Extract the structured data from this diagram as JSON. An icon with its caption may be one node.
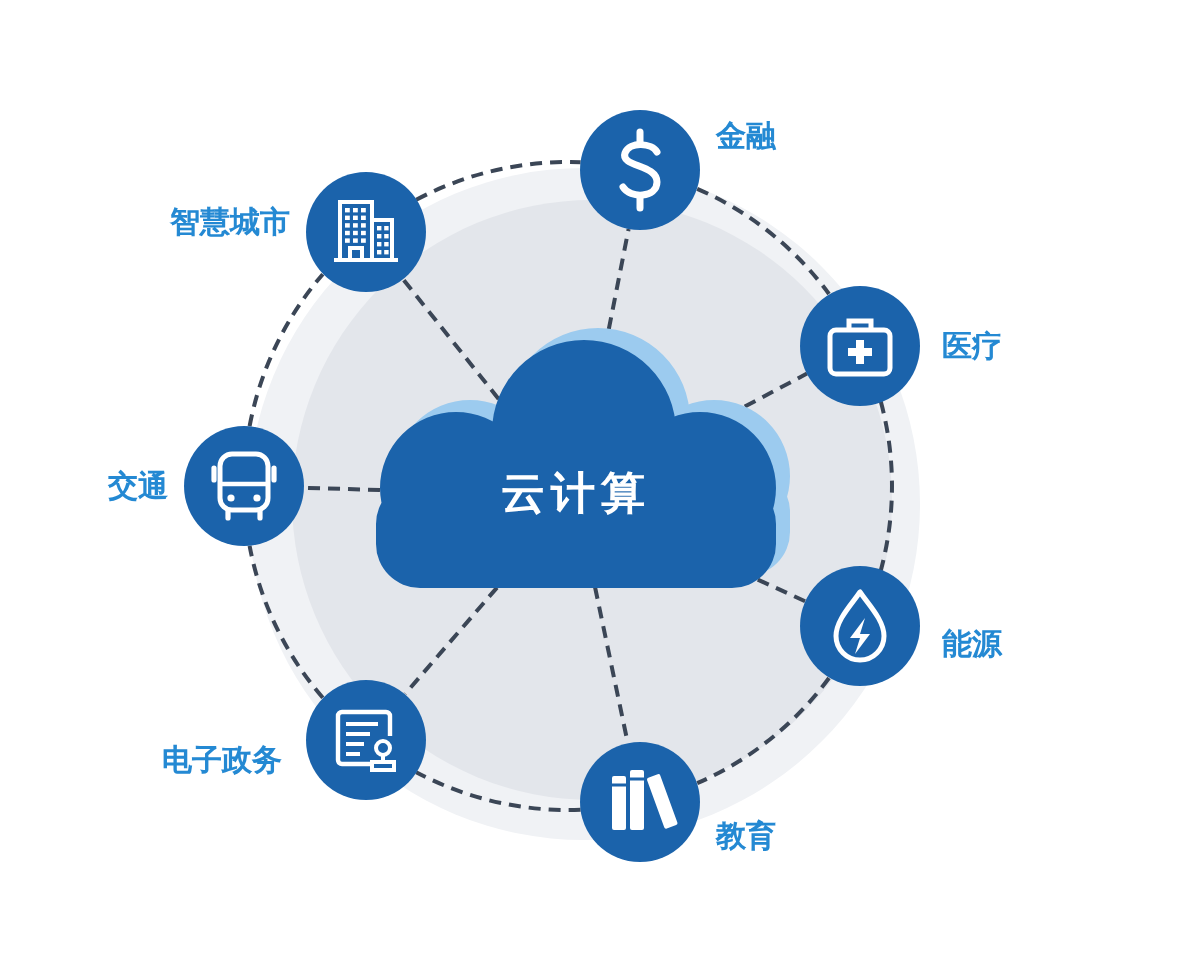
{
  "diagram": {
    "nodes": [
      {
        "text": [
          "云计算"
        ]
      },
      {
        "text": [
          "智慧城市"
        ]
      },
      {
        "text": [
          "金融"
        ]
      },
      {
        "text": [
          "医疗"
        ]
      },
      {
        "text": [
          "能源"
        ]
      },
      {
        "text": [
          "教育"
        ]
      },
      {
        "text": [
          "电子政务"
        ]
      },
      {
        "text": [
          "交通"
        ]
      }
    ],
    "edges": [
      {
        "from": 0,
        "to": 1,
        "arrow": "none",
        "style": "dashed"
      },
      {
        "from": 0,
        "to": 2,
        "arrow": "none",
        "style": "dashed"
      },
      {
        "from": 0,
        "to": 3,
        "arrow": "none",
        "style": "dashed"
      },
      {
        "from": 0,
        "to": 4,
        "arrow": "none",
        "style": "dashed"
      },
      {
        "from": 0,
        "to": 5,
        "arrow": "none",
        "style": "dashed"
      },
      {
        "from": 0,
        "to": 6,
        "arrow": "none",
        "style": "dashed"
      },
      {
        "from": 0,
        "to": 7,
        "arrow": "none",
        "style": "dashed"
      },
      {
        "from": 1,
        "to": 2,
        "arrow": "none",
        "style": "dashed"
      },
      {
        "from": 2,
        "to": 3,
        "arrow": "none",
        "style": "dashed"
      },
      {
        "from": 3,
        "to": 4,
        "arrow": "none",
        "style": "dashed"
      },
      {
        "from": 4,
        "to": 5,
        "arrow": "none",
        "style": "dashed"
      },
      {
        "from": 5,
        "to": 6,
        "arrow": "none",
        "style": "dashed"
      },
      {
        "from": 6,
        "to": 7,
        "arrow": "none",
        "style": "dashed"
      },
      {
        "from": 7,
        "to": 1,
        "arrow": "none",
        "style": "dashed"
      }
    ]
  }
}
